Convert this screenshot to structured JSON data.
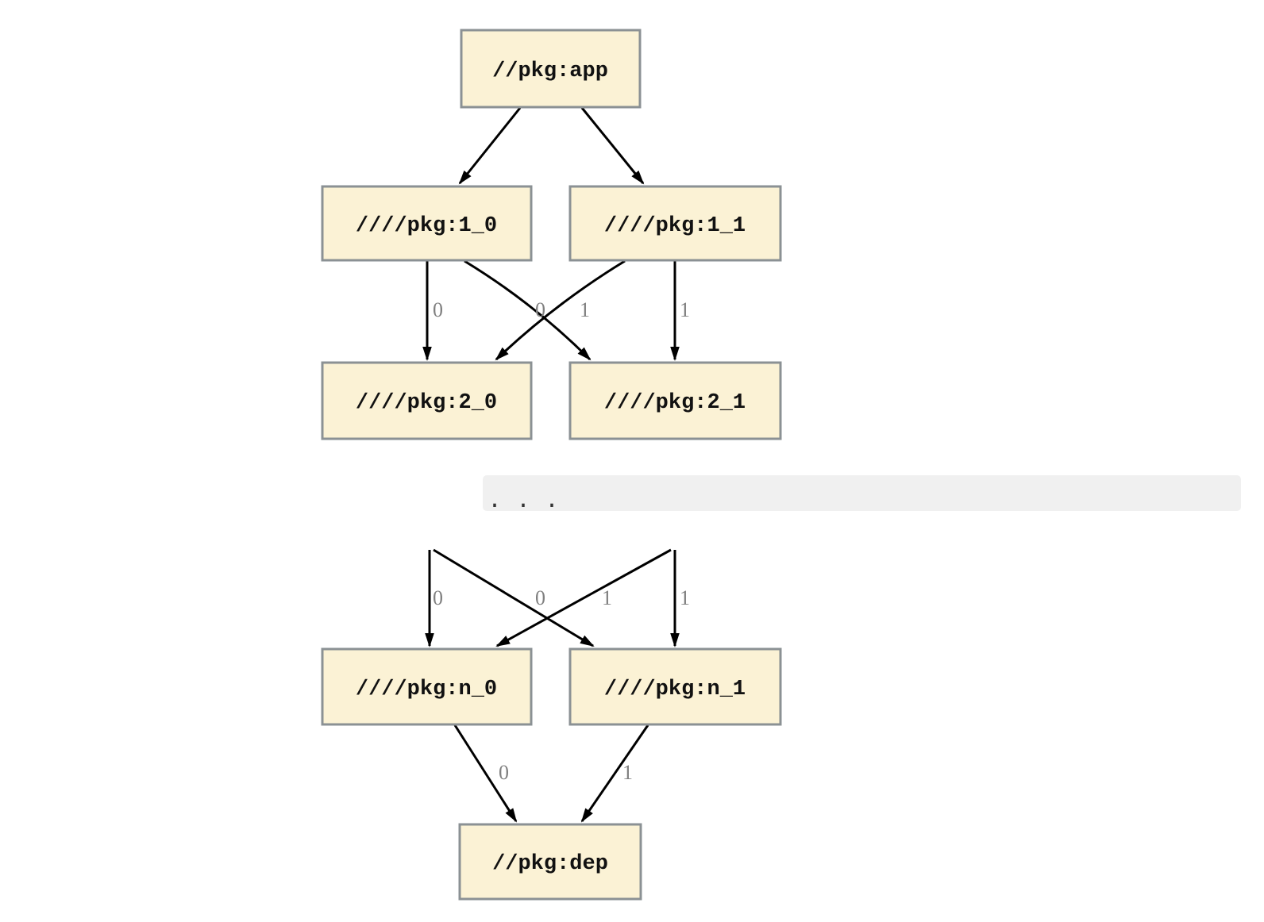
{
  "diagram": {
    "type": "dependency-graph",
    "nodes": [
      {
        "id": "app",
        "label": "//pkg:app"
      },
      {
        "id": "1_0",
        "label": "////pkg:1_0"
      },
      {
        "id": "1_1",
        "label": "////pkg:1_1"
      },
      {
        "id": "2_0",
        "label": "////pkg:2_0"
      },
      {
        "id": "2_1",
        "label": "////pkg:2_1"
      },
      {
        "id": "n_0",
        "label": "////pkg:n_0"
      },
      {
        "id": "n_1",
        "label": "////pkg:n_1"
      },
      {
        "id": "dep",
        "label": "//pkg:dep"
      }
    ],
    "edge_labels": {
      "e1_0_to_2_0": "0",
      "e1_1_to_2_0": "0",
      "e1_0_to_2_1": "1",
      "e1_1_to_2_1": "1",
      "left_to_n_0": "0",
      "right_to_n_0": "0",
      "left_to_n_1": "1",
      "right_to_n_1": "1",
      "n_0_to_dep": "0",
      "n_1_to_dep": "1"
    },
    "ellipsis": ". . .",
    "colors": {
      "node_fill": "#fbf2d5",
      "node_border": "#8b9194",
      "edge": "#000000",
      "edge_label": "#808080",
      "band_background": "#f0f0f0",
      "ellipsis_dots": "#333333"
    }
  }
}
